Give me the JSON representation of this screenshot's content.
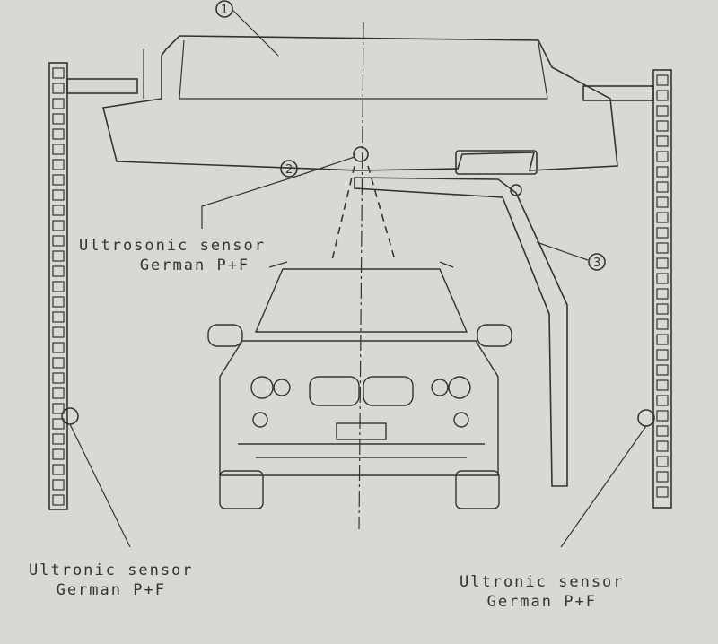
{
  "callouts": {
    "one": "1",
    "two": "2",
    "three": "3"
  },
  "labels": {
    "top_sensor": {
      "line1": "Ultrosonic sensor",
      "line2": "German P+F"
    },
    "left_sensor": {
      "line1": "Ultronic sensor",
      "line2": "German P+F"
    },
    "right_sensor": {
      "line1": "Ultronic sensor",
      "line2": "German P+F"
    }
  },
  "colors": {
    "background": "#d9d9d4",
    "ink": "#333333"
  }
}
